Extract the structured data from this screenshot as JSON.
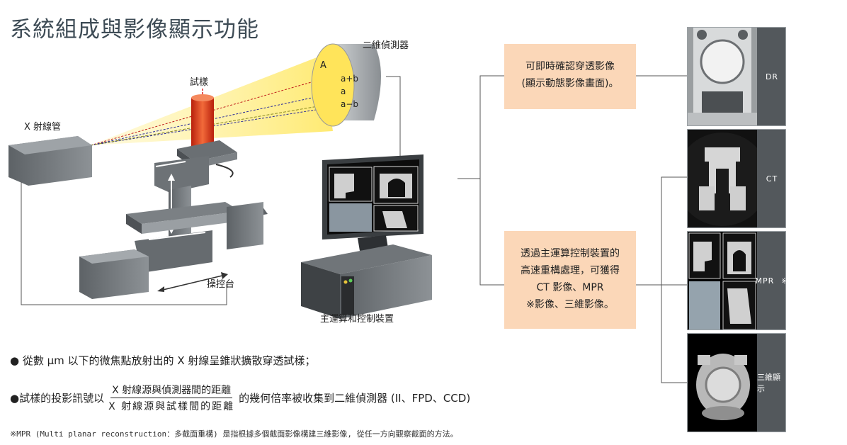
{
  "title": "系統組成與影像顯示功能",
  "labels": {
    "detector": "二維偵測器",
    "sample": "試樣",
    "xray_tube": "X 射線管",
    "stage": "操控台",
    "controller": "主運算和控制裝置",
    "beam_A": "A",
    "beam_apb": "a+b",
    "beam_a": "a",
    "beam_amb": "a−b"
  },
  "callouts": {
    "top_line1": "可即時確認穿透影像",
    "top_line2": "(顯示動態影像畫面)。",
    "bottom_line1": "透過主運算控制裝置的",
    "bottom_line2": "高速重構處理，可獲得",
    "bottom_line3": "CT 影像、MPR",
    "bottom_line4": "※影像、三維影像。"
  },
  "thumbnails": [
    {
      "label": "DR"
    },
    {
      "label": "CT"
    },
    {
      "label": "MPR",
      "mark": "※"
    },
    {
      "label": "三維顯示"
    }
  ],
  "bullets": {
    "b1": "● 從數 μm 以下的微焦點放射出的 X 射線呈錐狀擴散穿透試樣；",
    "b2_prefix": "●試樣的投影訊號以",
    "b2_numerator": "X 射線源與偵測器間的距離",
    "b2_denominator": "X 射線源與試樣間的距離",
    "b2_suffix": "的幾何倍率被收集到二維偵測器 (II、FPD、CCD)"
  },
  "footnote": "※MPR (Multi planar reconstruction：多截面重構) 是指根據多個截面影像構建三維影像, 從任一方向觀察截面的方法。",
  "colors": {
    "callout_bg": "#fbd7b8",
    "thumb_label_bg": "#53585c",
    "beam": "#fff1a0",
    "sample": "#e03a1a",
    "title": "#3d4b55"
  }
}
